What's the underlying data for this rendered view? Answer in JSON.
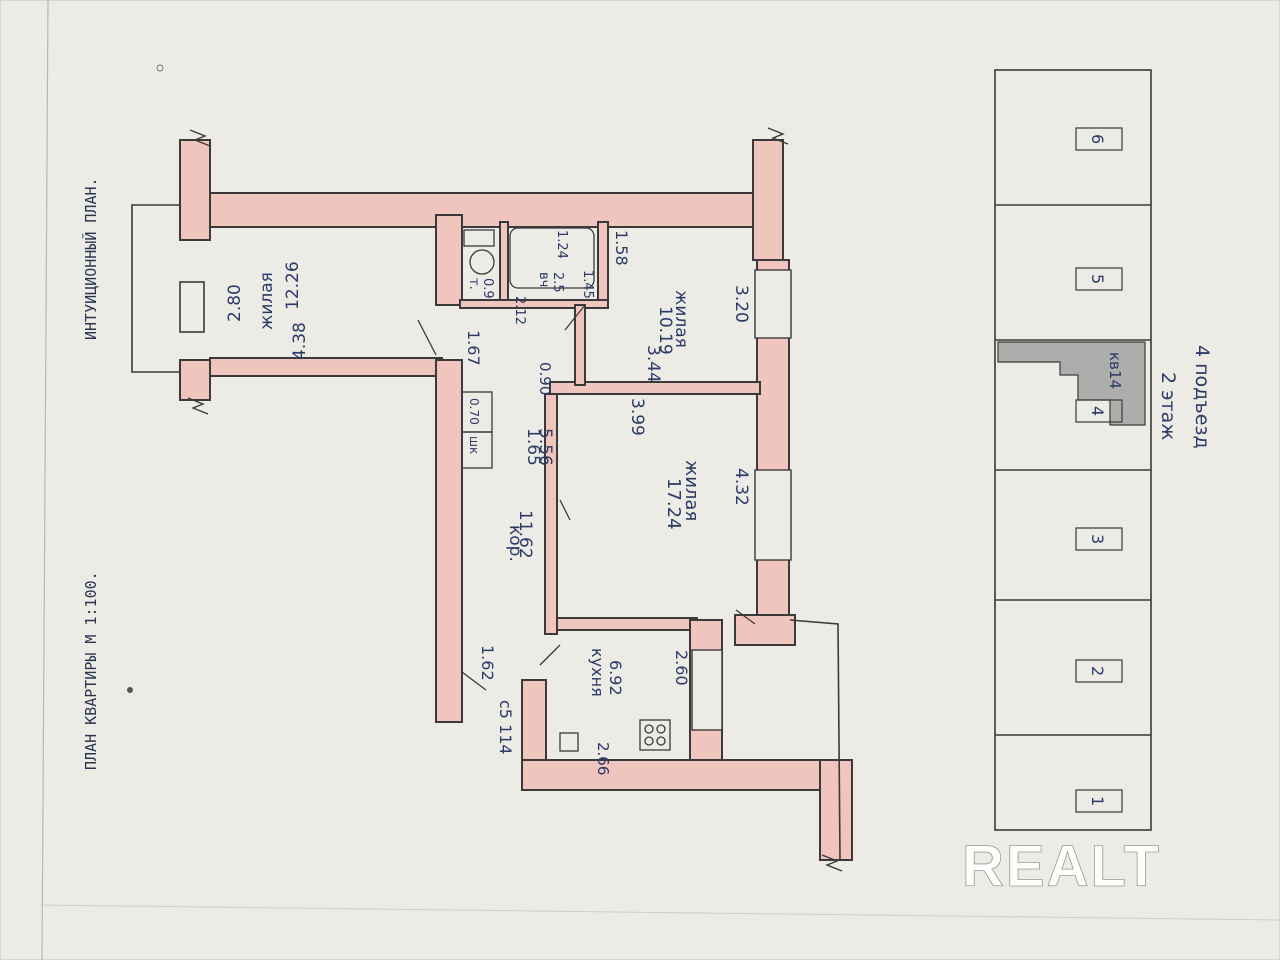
{
  "title": "ПЛАН КВАРТИРЫ  М 1:100.",
  "subtitle": "ИНТУИЦИОННЫЙ ПЛАН.",
  "rooms": {
    "living_a": {
      "name": "жилая",
      "area": "12.26",
      "width": "2.80",
      "length": "4.38"
    },
    "living_b": {
      "name": "жилая",
      "area": "10.19",
      "length": "3.44",
      "width": "3.20"
    },
    "living_c": {
      "name": "жилая",
      "area": "17.24",
      "length": "3.99",
      "width": "4.32"
    },
    "corridor": {
      "name": "кор.",
      "area": "11.62",
      "length": "5.56",
      "width_a": "1.62",
      "width_b": "1.67"
    },
    "kitchen": {
      "name": "кухня",
      "area": "6.92",
      "width": "2.60",
      "length": "2.66"
    },
    "bath": {
      "name": "вч",
      "area": "2.5",
      "dim_a": "1.24",
      "dim_b": "1.45",
      "dim_c": "2.12"
    },
    "wc": {
      "name": "т.",
      "area": "0.9"
    },
    "storage": {
      "name": "шк",
      "area": "0.70"
    }
  },
  "dims": {
    "door_gap": "1.58",
    "passage": "0.90",
    "passage_b": "1.65",
    "total": "с5 114"
  },
  "strip": {
    "cells": [
      "1",
      "2",
      "3",
      "4",
      "5",
      "6"
    ],
    "flat_label": "кв14",
    "floor": "2 этаж",
    "entrance": "4 подъезд"
  },
  "watermark": "REALT",
  "colors": {
    "wall_fill": "#f0c5bd",
    "line": "#3a3a3a",
    "paper": "#ecebe6"
  }
}
